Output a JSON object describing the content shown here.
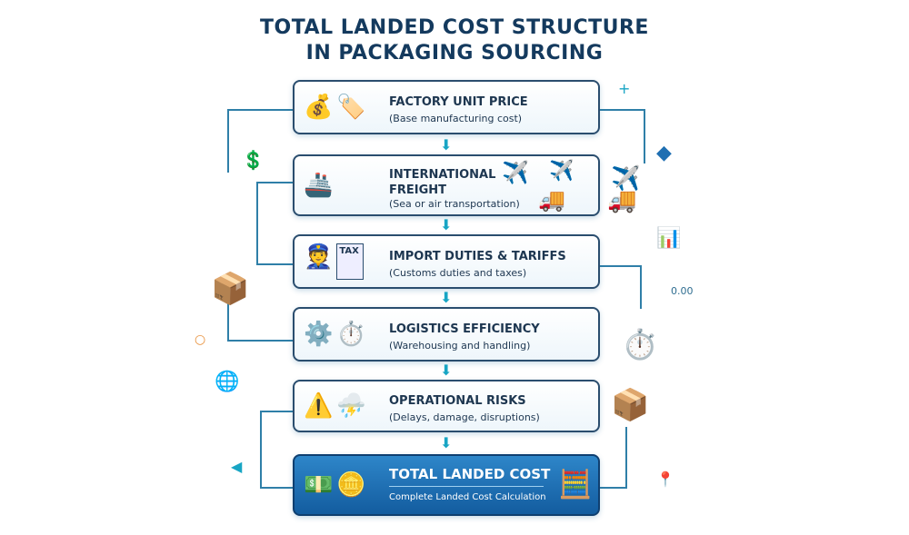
{
  "title": {
    "line1": "TOTAL LANDED COST STRUCTURE",
    "line2": "IN PACKAGING SOURCING"
  },
  "steps": [
    {
      "title": "FACTORY UNIT PRICE",
      "subtitle": "(Base manufacturing cost)",
      "icons": [
        "money-bag-icon",
        "price-tag-icon"
      ]
    },
    {
      "title": "INTERNATIONAL FREIGHT",
      "subtitle": "(Sea or air transportation)",
      "icons": [
        "cargo-ship-icon",
        "airplane-icon",
        "truck-icon"
      ]
    },
    {
      "title": "IMPORT DUTIES & TARIFFS",
      "subtitle": "(Customs duties and taxes)",
      "icons": [
        "customs-officer-icon",
        "tax-calculator-icon"
      ],
      "tax_label": "TAX"
    },
    {
      "title": "LOGISTICS EFFICIENCY",
      "subtitle": "(Warehousing and handling)",
      "icons": [
        "gear-icon",
        "stopwatch-icon"
      ]
    },
    {
      "title": "OPERATIONAL RISKS",
      "subtitle": "(Delays, damage, disruptions)",
      "icons": [
        "warning-icon",
        "storm-box-icon"
      ]
    }
  ],
  "total": {
    "title": "TOTAL LANDED COST",
    "subtitle": "Complete Landed Cost Calculation",
    "icons": [
      "cash-stack-icon",
      "calculator-icon"
    ]
  },
  "decor": {
    "readout": "0.00"
  },
  "colors": {
    "navy": "#143a5e",
    "accent": "#18a5c4",
    "total_blue": "#1f6fb2"
  }
}
